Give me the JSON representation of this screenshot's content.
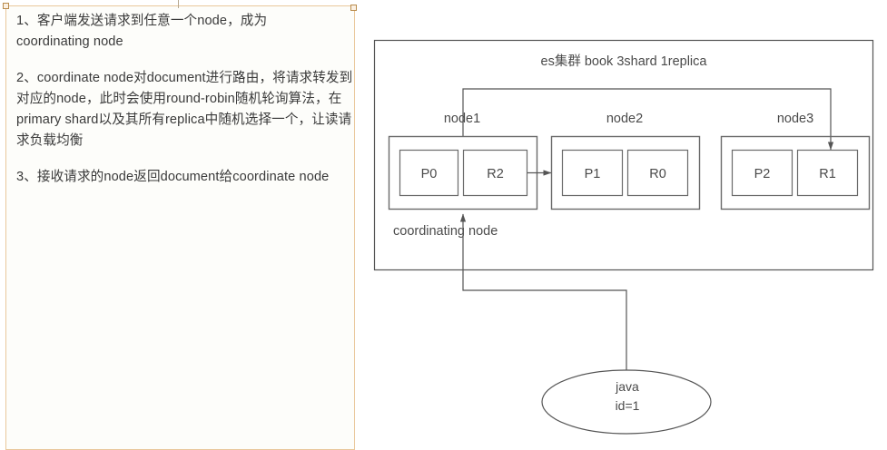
{
  "note_panel": {
    "border_color": "#e9c79b",
    "background": "#fdfdfa",
    "paragraphs": [
      "1、客户端发送请求到任意一个node，成为\ncoordinating node",
      "2、coordinate node对document进行路由，将请求转发到对应的node，此时会使用round-robin随机轮询算法，在primary shard以及其所有replica中随机选择一个，让读请求负载均衡",
      "3、接收请求的node返回document给coordinate node"
    ]
  },
  "diagram": {
    "cluster_title": "es集群 book 3shard 1replica",
    "coordinating_label": "coordinating node",
    "stroke_color": "#555555",
    "nodes": [
      {
        "label": "node1",
        "shards": [
          "P0",
          "R2"
        ]
      },
      {
        "label": "node2",
        "shards": [
          "P1",
          "R0"
        ]
      },
      {
        "label": "node3",
        "shards": [
          "P2",
          "R1"
        ]
      }
    ],
    "document": {
      "line1": "java",
      "line2": "id=1"
    }
  }
}
